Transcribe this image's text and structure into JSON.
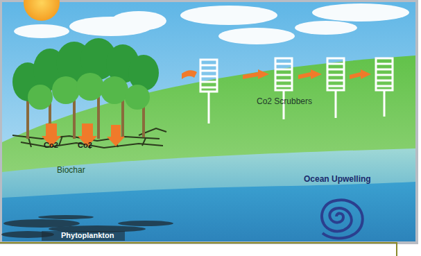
{
  "diagram": {
    "labels": [
      "Co2",
      "Co2",
      "Biochar",
      "Co2 Scrubbers",
      "Ocean Upwelling",
      "Phytoplankton"
    ]
  }
}
